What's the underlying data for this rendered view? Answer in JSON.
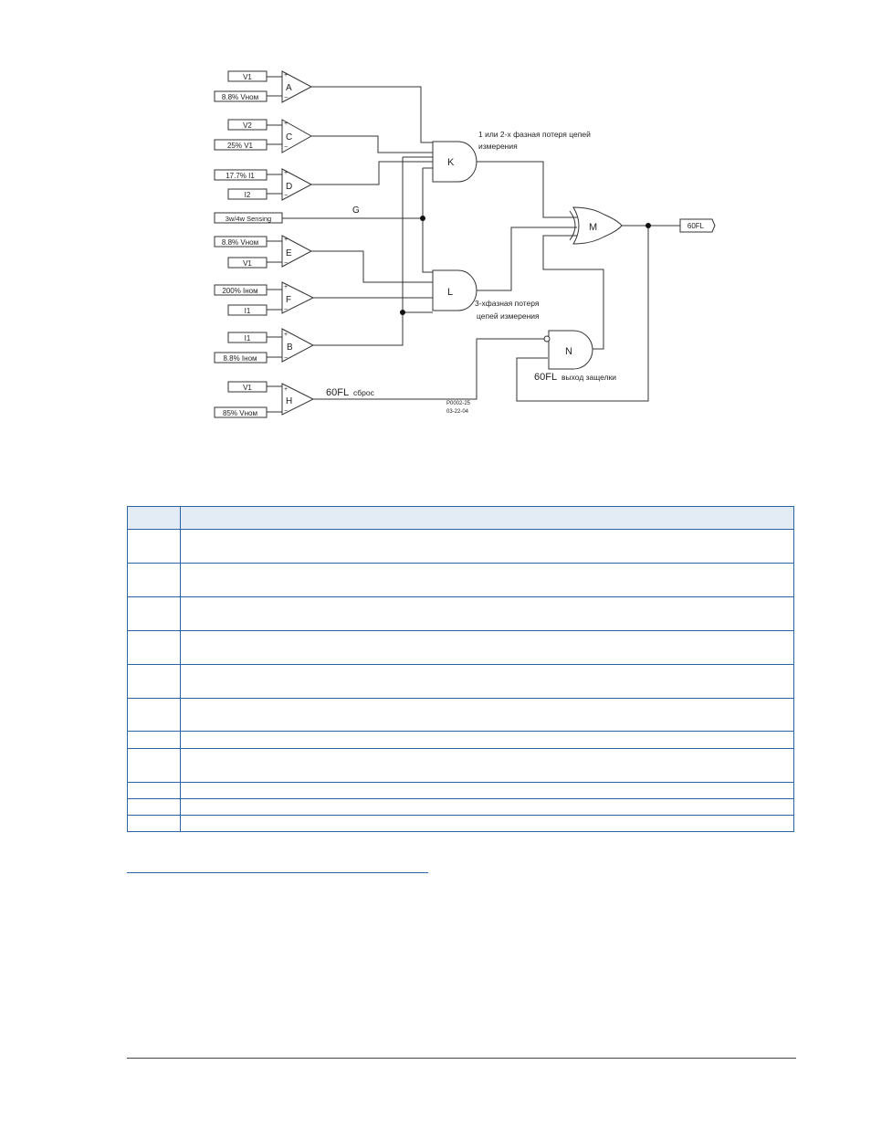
{
  "diagram": {
    "inputs": {
      "a1": "V1",
      "a2": "8.8% Vном",
      "c1": "V2",
      "c2": "25% V1",
      "d1": "17.7% I1",
      "d2": "I2",
      "g": "3w/4w Sensing",
      "e1": "8.8% Vном",
      "e2": "V1",
      "f1": "200% Iном",
      "f2": "I1",
      "b1": "I1",
      "b2": "8.8% Iном",
      "h1": "V1",
      "h2": "85% Vном"
    },
    "comparators": {
      "a": "A",
      "c": "C",
      "d": "D",
      "e": "E",
      "f": "F",
      "b": "B",
      "h": "H"
    },
    "gates": {
      "k": "K",
      "l": "L",
      "m": "M",
      "n": "N"
    },
    "line_labels": {
      "g": "G",
      "reset_main": "60FL",
      "reset_sub": "сброс"
    },
    "captions": {
      "k_line1": "1 или 2-х фазная потеря цепей",
      "k_line2": "измерения",
      "l_line1": "3-хфазная потеря",
      "l_line2": "цепей измерения",
      "n_main": "60FL",
      "n_sub": "выход защелки"
    },
    "output": "60FL",
    "ref_line1": "P0002-25",
    "ref_line2": "03-22-04",
    "comparator_signs": {
      "plus": "+",
      "minus": "−"
    }
  },
  "table": {
    "rows": [
      {
        "c1": "",
        "c2": ""
      },
      {
        "c1": "",
        "c2": ""
      },
      {
        "c1": "",
        "c2": ""
      },
      {
        "c1": "",
        "c2": ""
      },
      {
        "c1": "",
        "c2": ""
      },
      {
        "c1": "",
        "c2": ""
      },
      {
        "c1": "",
        "c2": ""
      },
      {
        "c1": "",
        "c2": ""
      },
      {
        "c1": "",
        "c2": ""
      },
      {
        "c1": "",
        "c2": ""
      },
      {
        "c1": "",
        "c2": ""
      },
      {
        "c1": "",
        "c2": ""
      }
    ]
  }
}
